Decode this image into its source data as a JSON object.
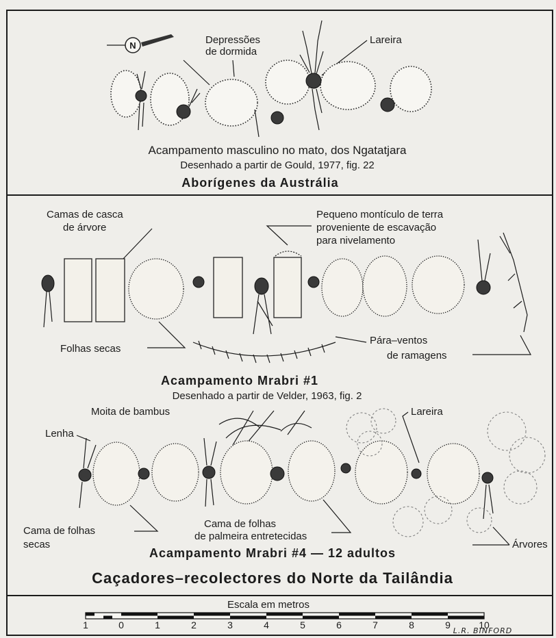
{
  "section1": {
    "label_depressions_line1": "Depressões",
    "label_depressions_line2": "de dormida",
    "label_hearth": "Lareira",
    "caption": "Acampamento masculino no mato, dos Ngatatjara",
    "source": "Desenhado a partir de Gould, 1977, fig. 22",
    "heading": "Aborígenes da Austrália",
    "north_letter": "N"
  },
  "section2": {
    "label_bark_line1": "Camas de casca",
    "label_bark_line2": "de árvore",
    "label_mound_line1": "Pequeno montículo de terra",
    "label_mound_line2": "proveniente de escavação",
    "label_mound_line3": "para nivelamento",
    "label_dry_leaves": "Folhas secas",
    "label_windbreak_line1": "Pára–ventos",
    "label_windbreak_line2": "de ramagens",
    "caption1": "Acampamento Mrabri #1",
    "source1": "Desenhado a partir de Velder, 1963, fig. 2",
    "label_bamboo": "Moita de bambus",
    "label_hearth": "Lareira",
    "label_firewood": "Lenha",
    "label_dry_leaf_bed_line1": "Cama  de folhas",
    "label_dry_leaf_bed_line2": "secas",
    "label_palm_bed_line1": "Cama de folhas",
    "label_palm_bed_line2": "de palmeira entretecidas",
    "label_trees": "Árvores",
    "caption4": "Acampamento Mrabri #4  —  12 adultos",
    "heading": "Caçadores–recolectores do Norte da Tailândia"
  },
  "scale": {
    "title": "Escala em metros",
    "ticks": [
      "1",
      "0",
      "1",
      "2",
      "3",
      "4",
      "5",
      "6",
      "7",
      "8",
      "9",
      "10"
    ],
    "signature": "L.R. BINFORD"
  }
}
